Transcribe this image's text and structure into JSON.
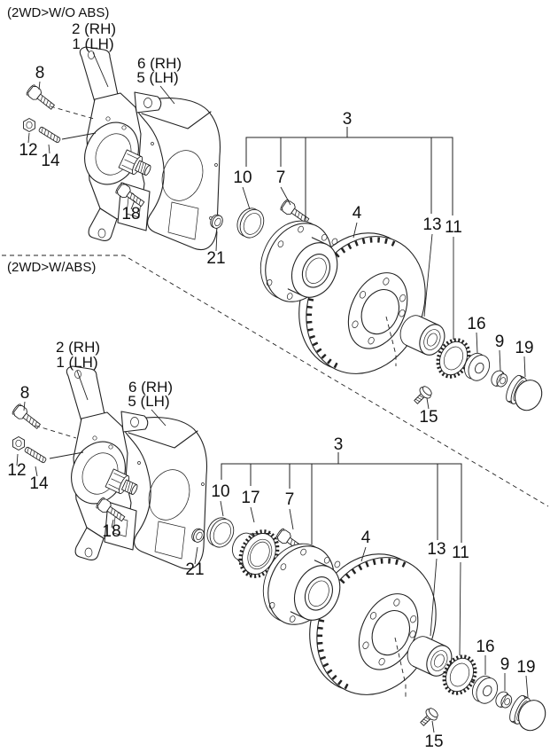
{
  "sections": {
    "without_abs": {
      "header": "(2WD>W/O ABS)",
      "labels": {
        "knuckle_rh": "2 (RH)",
        "knuckle_lh": "1 (LH)",
        "dust_cover_rh": "6 (RH)",
        "dust_cover_lh": "5 (LH)",
        "upper_bolt": "8",
        "nut": "12",
        "stud": "14",
        "lower_bolt": "18",
        "inner_ring": "21",
        "oil_seal": "10",
        "hub_bolt": "7",
        "hub_assembly": "3",
        "brake_disc": "4",
        "wheel_bearing": "13",
        "sensor_ring": "11",
        "washer": "16",
        "hub_nut": "9",
        "hub_cap": "19",
        "set_screw": "15"
      }
    },
    "with_abs": {
      "header": "(2WD>W/ABS)",
      "labels": {
        "knuckle_rh": "2 (RH)",
        "knuckle_lh": "1 (LH)",
        "dust_cover_rh": "6 (RH)",
        "dust_cover_lh": "5 (LH)",
        "upper_bolt": "8",
        "nut": "12",
        "stud": "14",
        "lower_bolt": "18",
        "inner_ring": "21",
        "oil_seal": "10",
        "inner_bearing": "17",
        "hub_bolt": "7",
        "hub_assembly": "3",
        "brake_disc": "4",
        "wheel_bearing": "13",
        "sensor_ring": "11",
        "washer": "16",
        "hub_nut": "9",
        "hub_cap": "19",
        "set_screw": "15"
      }
    }
  },
  "colors": {
    "line_color": "#222222",
    "background": "#ffffff"
  }
}
